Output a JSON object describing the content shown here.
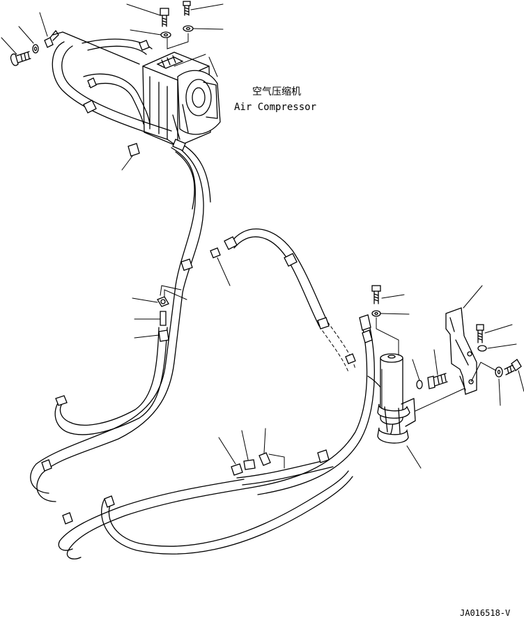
{
  "component_label": {
    "chinese": "空气压缩机",
    "english": "Air Compressor"
  },
  "drawing_number": "JA016518-V"
}
